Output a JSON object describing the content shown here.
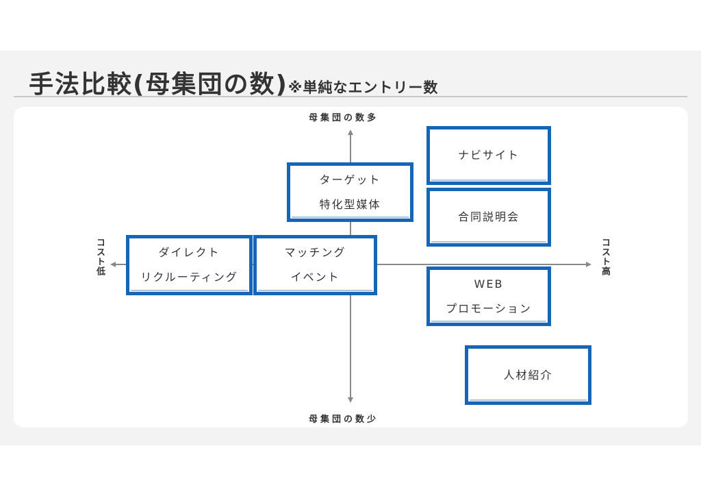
{
  "title": {
    "main": "手法比較(母集団の数)",
    "note": "※単純なエントリー数"
  },
  "axes": {
    "top": "母集団の数多",
    "bottom": "母集団の数少",
    "left": "コスト低",
    "right": "コスト高"
  },
  "boxes": {
    "navi": {
      "line1": "ナビサイト"
    },
    "target": {
      "line1": "ターゲット",
      "line2": "特化型媒体"
    },
    "session": {
      "line1": "合同説明会"
    },
    "direct": {
      "line1": "ダイレクト",
      "line2": "リクルーティング"
    },
    "matching": {
      "line1": "マッチング",
      "line2": "イベント"
    },
    "web": {
      "line1": "WEB",
      "line2": "プロモーション"
    },
    "agent": {
      "line1": "人材紹介"
    }
  },
  "colors": {
    "box_border": "#1565b8",
    "axis": "#888888",
    "background": "#f3f3f3"
  }
}
